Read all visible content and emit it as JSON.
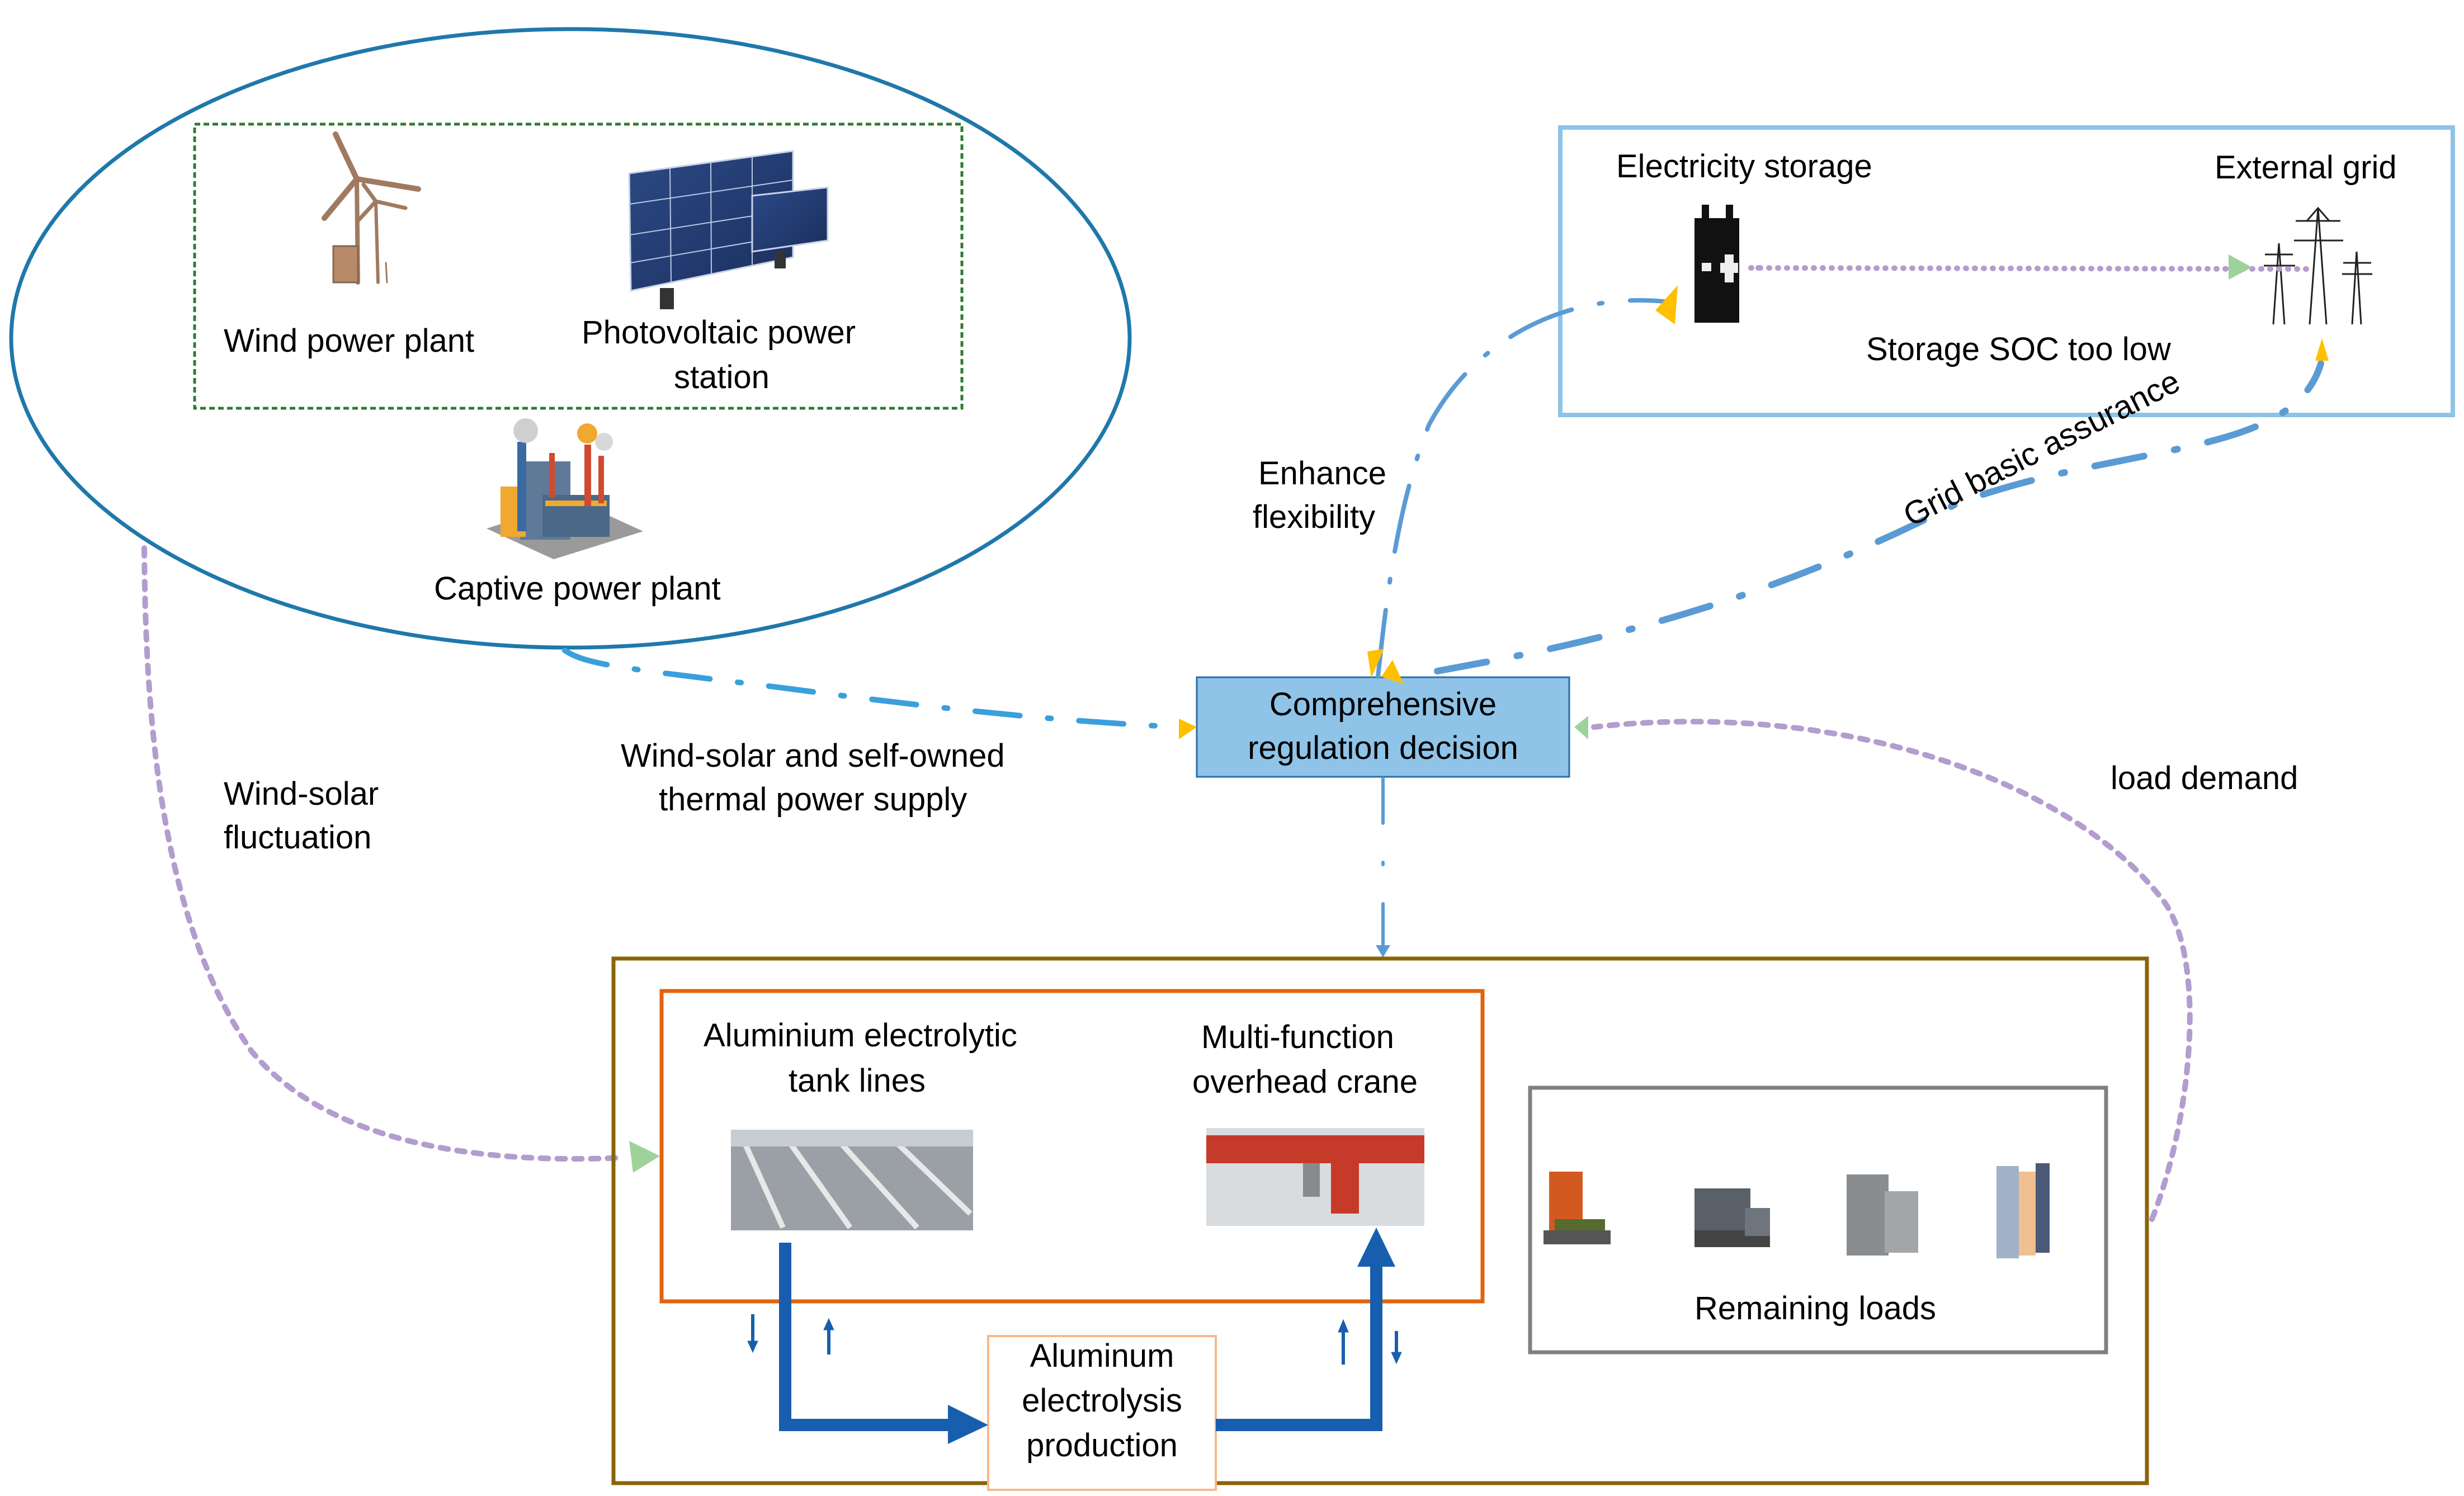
{
  "diagram": {
    "type": "system-flow",
    "colors": {
      "ellipse": "#1f78ab",
      "green_dashed": "#2e7d32",
      "storage_box": "#8fc3e8",
      "decision_fill": "#8fc3e8",
      "decision_border": "#2b6ea8",
      "outer_box": "#8a6408",
      "orange_box": "#e0640e",
      "production_box": "#f8b88a",
      "remaining_box": "#808080",
      "dashdot_line": "#5b9bd5",
      "dotted_line": "#b39ccf",
      "arrow_yellow": "#ffc000",
      "arrow_green": "#9dd39a",
      "flow_blue": "#175fae"
    },
    "generation": {
      "wind": "Wind power plant",
      "pv_line1": "Photovoltaic power",
      "pv_line2": "station",
      "captive": "Captive power plant"
    },
    "storage_grid": {
      "storage": "Electricity storage",
      "grid": "External grid",
      "soc": "Storage SOC too low",
      "battery_minus": "−",
      "battery_plus": "+"
    },
    "decision": {
      "line1": "Comprehensive",
      "line2": "regulation decision"
    },
    "edges": {
      "enhance_line1": "Enhance",
      "enhance_line2": "flexibility",
      "grid_assurance": "Grid basic assurance",
      "supply_line1": "Wind-solar and self-owned",
      "supply_line2": "thermal power supply",
      "fluct_line1": "Wind-solar",
      "fluct_line2": "fluctuation",
      "load_demand": "load demand"
    },
    "plant": {
      "tank_line1": "Aluminium electrolytic",
      "tank_line2": "tank lines",
      "crane_line1": "Multi-function",
      "crane_line2": "overhead crane",
      "prod_line1": "Aluminum",
      "prod_line2": "electrolysis",
      "prod_line3": "production",
      "remaining": "Remaining loads"
    }
  }
}
